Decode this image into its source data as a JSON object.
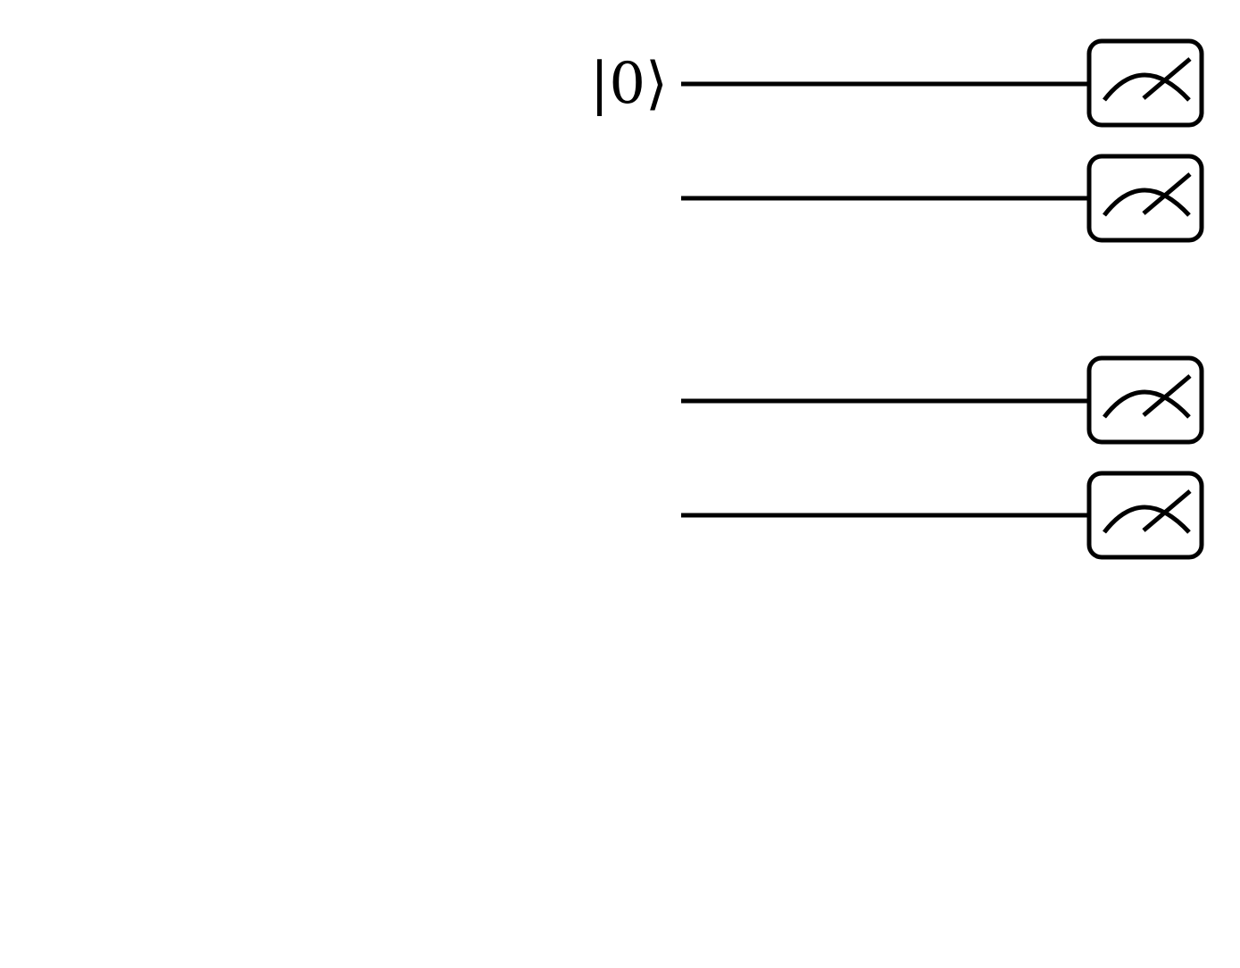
{
  "diagram": {
    "kind": "quantum-circuit",
    "stroke_color": "#000000",
    "background_color": "#ffffff",
    "wires": [
      {
        "label": "|0⟩",
        "gate": "measurement"
      },
      {
        "label": "",
        "gate": "measurement"
      },
      {
        "label": "",
        "gate": "measurement"
      },
      {
        "label": "",
        "gate": "measurement"
      }
    ],
    "gate_icon": "measurement-meter-icon"
  }
}
